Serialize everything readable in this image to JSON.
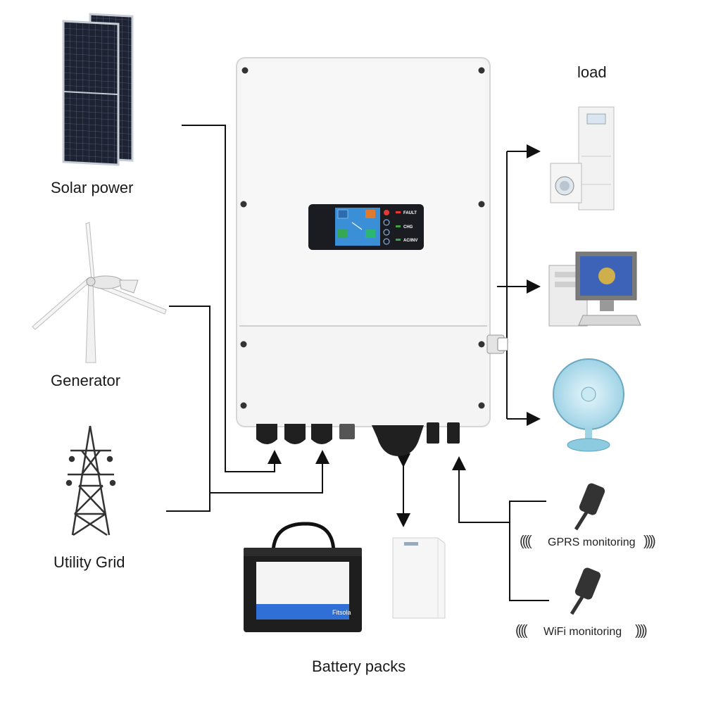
{
  "labels": {
    "solar": "Solar power",
    "generator": "Generator",
    "grid": "Utility Grid",
    "load": "load",
    "battery": "Battery packs",
    "gprs": "GPRS monitoring",
    "wifi": "WiFi monitoring"
  },
  "inverter": {
    "indicators": [
      "FAULT",
      "CHG",
      "AC/INV"
    ]
  },
  "battery_brand": "Fitsola",
  "colors": {
    "line": "#111111",
    "inverter_body": "#f4f4f4",
    "panel_dark": "#1c2230",
    "screen_blue": "#3b8fd6"
  }
}
